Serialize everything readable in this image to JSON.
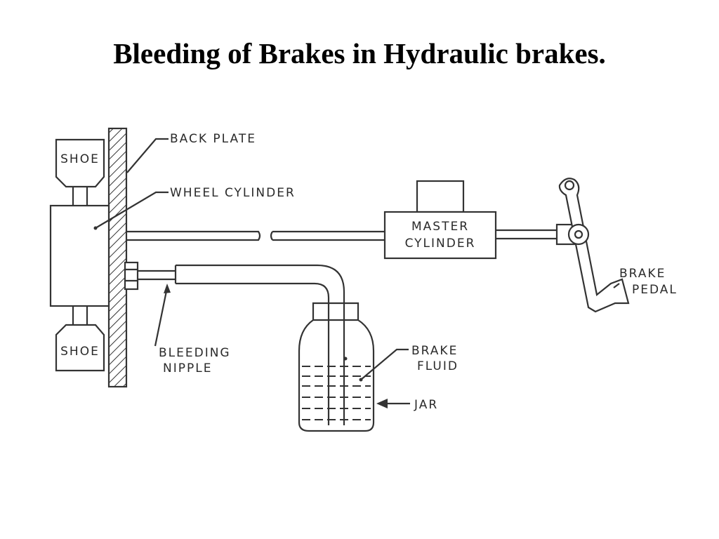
{
  "title": "Bleeding of Brakes in Hydraulic brakes.",
  "labels": {
    "shoe_top": "SHOE",
    "shoe_bottom": "SHOE",
    "back_plate": "BACK PLATE",
    "wheel_cylinder": "WHEEL CYLINDER",
    "master_line1": "MASTER",
    "master_line2": "CYLINDER",
    "brake_pedal_line1": "BRAKE",
    "brake_pedal_line2": "PEDAL",
    "bleeding_line1": "BLEEDING",
    "bleeding_line2": "NIPPLE",
    "brake_fluid_line1": "BRAKE",
    "brake_fluid_line2": "FLUID",
    "jar": "JAR"
  }
}
